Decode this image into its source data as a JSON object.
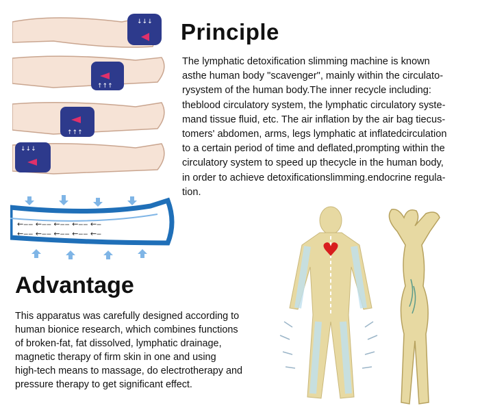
{
  "principle": {
    "title": "Principle",
    "lines": [
      "The lymphatic detoxification slimming machine is known",
      "asthe human body \"scavenger\", mainly within the circulato-",
      "rysystem of the human body.The inner recycle including:",
      "theblood circulatory system, the lymphatic circulatory syste-",
      "mand tissue fluid, etc. The air inflation by the air bag tiecus-",
      "tomers' abdomen, arms, legs lymphatic at inflatedcirculation",
      "to a certain period of time and deflated,prompting within the",
      "circulatory system to speed up thecycle in the human body,",
      "in order to achieve detoxificationslimming.endocrine regula-",
      "tion."
    ]
  },
  "advantage": {
    "title": "Advantage",
    "lines": [
      "This apparatus was carefully designed according to",
      "human bionice research, which combines functions",
      "of broken-fat, fat dissolved, lymphatic drainage,",
      "magnetic therapy of firm skin in one and using",
      "high-tech means to massage, do electrotherapy and",
      "pressure therapy to get significant effect."
    ]
  },
  "colors": {
    "cuff": "#2d3a8c",
    "arrow_red": "#e0306a",
    "skin": "#f6e3d6",
    "tube_blue": "#1f6fb8",
    "flow_blue": "#7fb5e6",
    "body_tone": "#e7d9a2",
    "heart": "#d81e1e"
  }
}
